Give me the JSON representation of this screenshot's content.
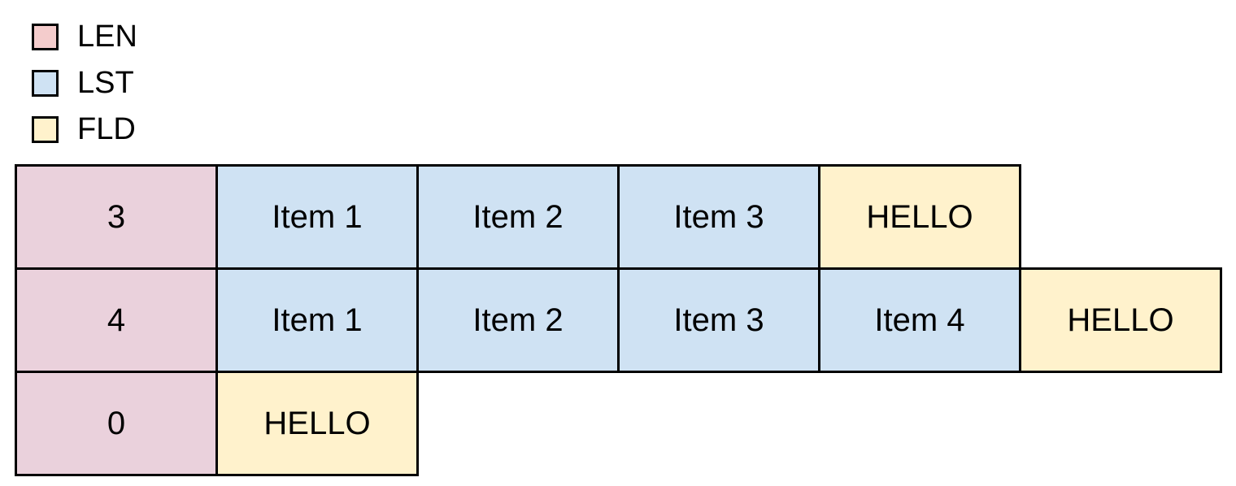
{
  "legend": {
    "items": [
      {
        "label": "LEN",
        "color": "#f4cccc"
      },
      {
        "label": "LST",
        "color": "#cfe2f3"
      },
      {
        "label": "FLD",
        "color": "#fff2cc"
      }
    ]
  },
  "colors": {
    "len_cell": "#ead1dc",
    "lst_cell": "#cfe2f3",
    "fld_cell": "#fff2cc",
    "border": "#000000",
    "text": "#000000",
    "background": "#ffffff"
  },
  "table": {
    "rows": [
      {
        "cells": [
          {
            "type": "len",
            "text": "3"
          },
          {
            "type": "lst",
            "text": "Item 1"
          },
          {
            "type": "lst",
            "text": "Item 2"
          },
          {
            "type": "lst",
            "text": "Item 3"
          },
          {
            "type": "fld",
            "text": "HELLO"
          }
        ]
      },
      {
        "cells": [
          {
            "type": "len",
            "text": "4"
          },
          {
            "type": "lst",
            "text": "Item 1"
          },
          {
            "type": "lst",
            "text": "Item 2"
          },
          {
            "type": "lst",
            "text": "Item 3"
          },
          {
            "type": "lst",
            "text": "Item 4"
          },
          {
            "type": "fld",
            "text": "HELLO"
          }
        ]
      },
      {
        "cells": [
          {
            "type": "len",
            "text": "0"
          },
          {
            "type": "fld",
            "text": "HELLO"
          }
        ]
      }
    ]
  }
}
